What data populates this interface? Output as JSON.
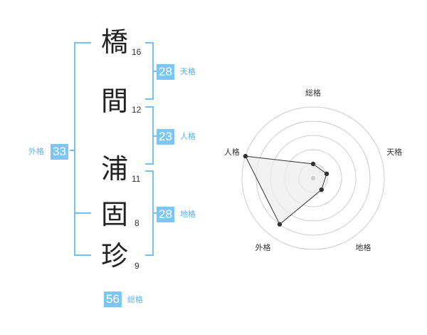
{
  "name": {
    "characters": [
      {
        "char": "橋",
        "strokes": "16"
      },
      {
        "char": "間",
        "strokes": "12"
      },
      {
        "char": "浦",
        "strokes": "11"
      },
      {
        "char": "固",
        "strokes": "8"
      },
      {
        "char": "珍",
        "strokes": "9"
      }
    ]
  },
  "kakusu": {
    "tenkaku": {
      "value": "28",
      "label": "天格"
    },
    "jinkaku": {
      "value": "23",
      "label": "人格"
    },
    "chikaku": {
      "value": "28",
      "label": "地格"
    },
    "gaikaku": {
      "value": "33",
      "label": "外格"
    },
    "soukaku": {
      "value": "56",
      "label": "総格"
    }
  },
  "chart_data": {
    "type": "radar",
    "axes": [
      "総格",
      "天格",
      "地格",
      "外格",
      "人格"
    ],
    "values": [
      1,
      1,
      1,
      4,
      5
    ],
    "max": 5,
    "grid_levels": 5,
    "colors": {
      "fill": "#eeeeee",
      "stroke": "#333333",
      "grid": "#cccccc",
      "accent": "#7cc6f5"
    }
  }
}
